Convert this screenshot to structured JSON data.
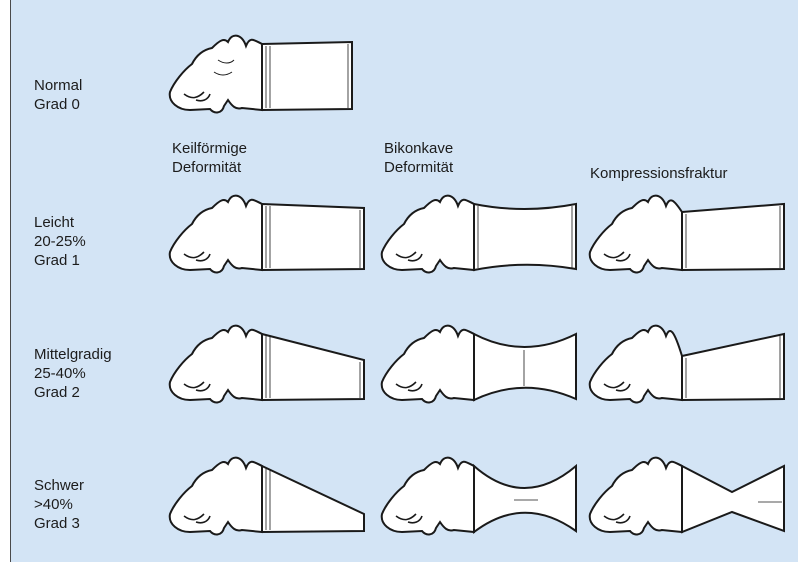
{
  "severity_rows": {
    "normal": {
      "line1": "Normal",
      "line2": "Grad 0"
    },
    "mild": {
      "line1": "Leicht",
      "line2": "20-25%",
      "line3": "Grad 1"
    },
    "moderate": {
      "line1": "Mittelgradig",
      "line2": "25-40%",
      "line3": "Grad 2"
    },
    "severe": {
      "line1": "Schwer",
      "line2": ">40%",
      "line3": "Grad 3"
    }
  },
  "deformity_columns": {
    "wedge": {
      "line1": "Keilförmige",
      "line2": "Deformität"
    },
    "biconcave": {
      "line1": "Bikonkave",
      "line2": "Deformität"
    },
    "compression": {
      "line1": "Kompressionsfraktur"
    }
  },
  "colors": {
    "background": "#d3e4f5",
    "outline": "#1a1a1a",
    "fill": "#ffffff"
  }
}
